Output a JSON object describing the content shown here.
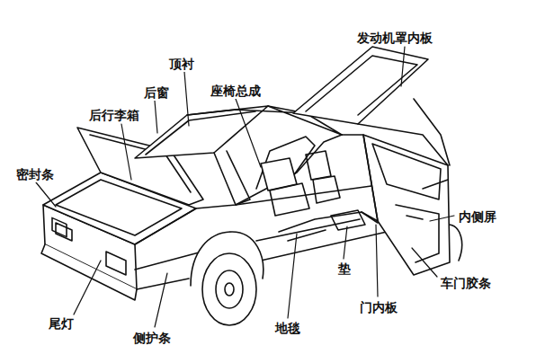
{
  "diagram": {
    "labels": [
      "发动机罩内板",
      "顶衬",
      "座椅总成",
      "后窗",
      "后行李箱",
      "密封条",
      "内侧屏",
      "车门胶条",
      "垫",
      "门内板",
      "尾灯",
      "侧护条",
      "地毯"
    ]
  }
}
